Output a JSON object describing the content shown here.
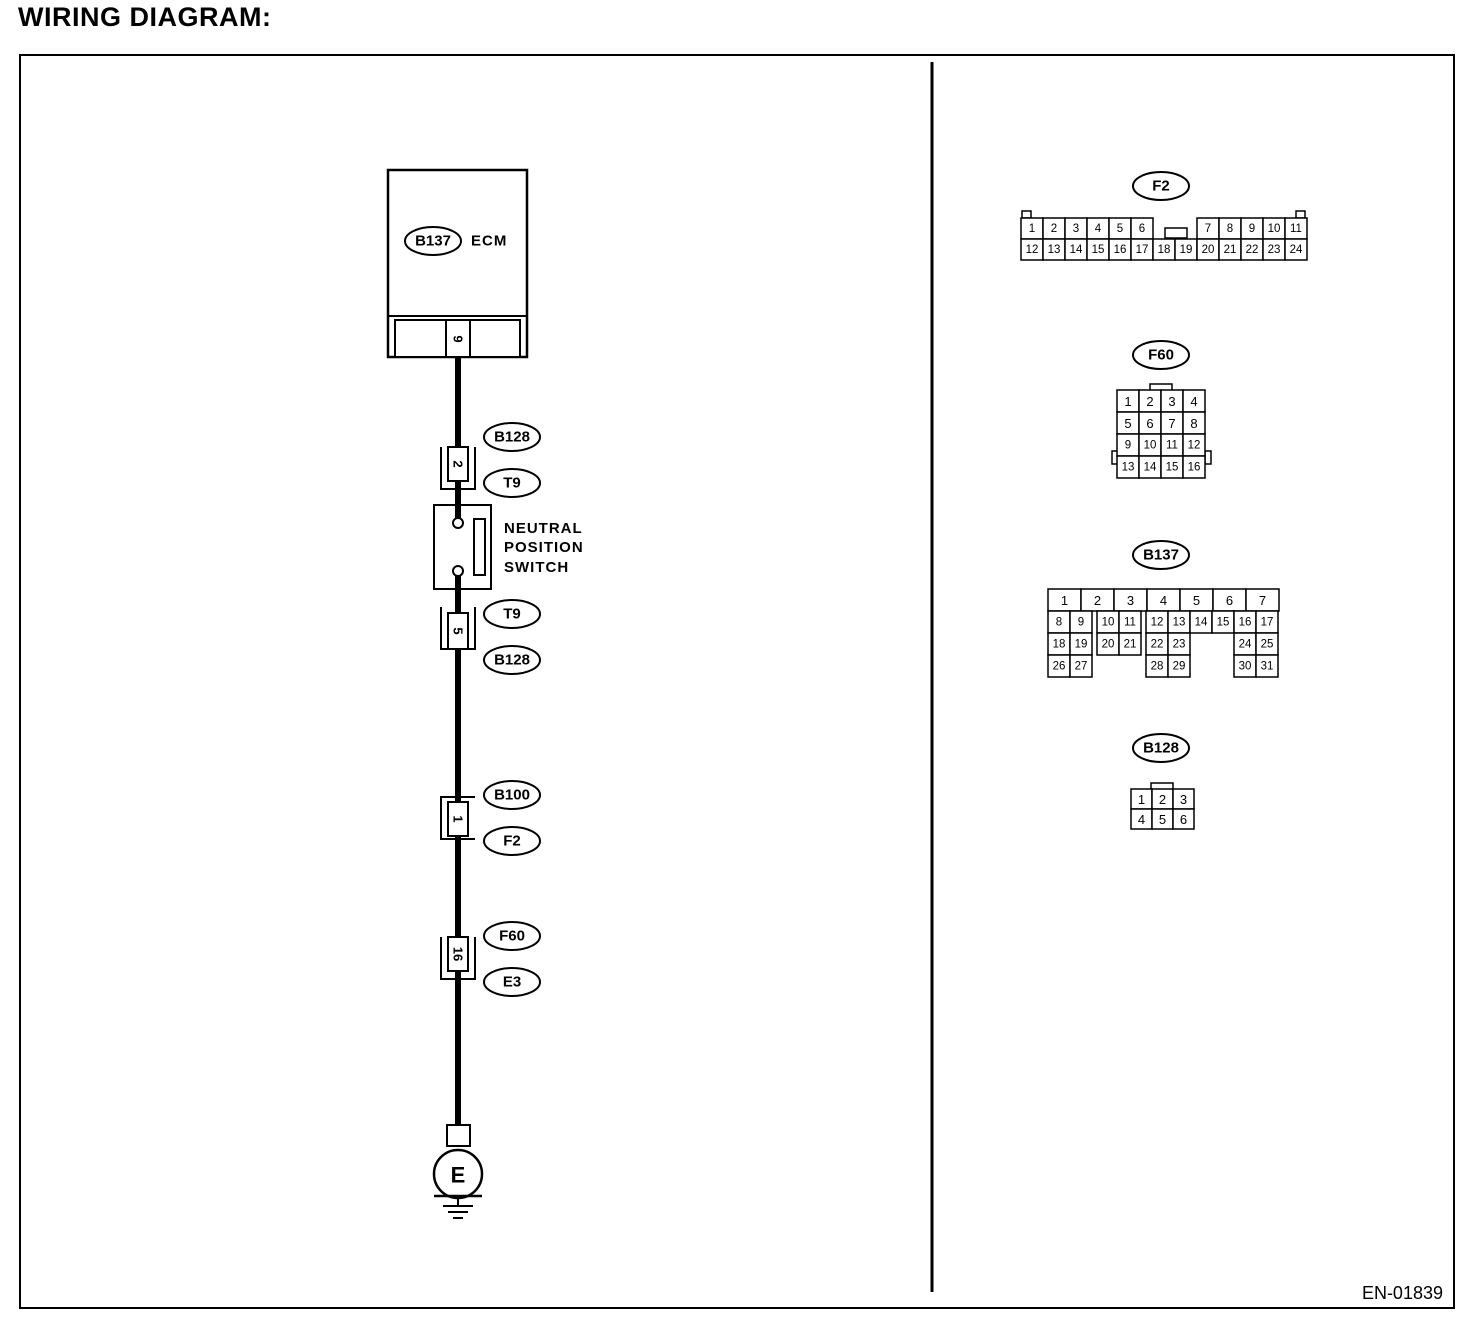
{
  "header": {
    "title": "WIRING DIAGRAM:"
  },
  "ecm": {
    "connector": "B137",
    "label": "ECM",
    "terminal": "9"
  },
  "circuit": {
    "connectors": [
      {
        "pin": "2",
        "top": "B128",
        "bottom": "T9"
      },
      {
        "pin": "5",
        "top": "T9",
        "bottom": "B128"
      },
      {
        "pin": "1",
        "top": "B100",
        "bottom": "F2"
      },
      {
        "pin": "16",
        "top": "F60",
        "bottom": "E3"
      }
    ],
    "switch_label": [
      "NEUTRAL",
      "POSITION",
      "SWITCH"
    ],
    "ground_label": "E"
  },
  "connector_views": [
    {
      "id": "F2",
      "rows": [
        [
          "1",
          "2",
          "3",
          "4",
          "5",
          "6",
          "",
          "",
          "7",
          "8",
          "9",
          "10",
          "11"
        ],
        [
          "12",
          "13",
          "14",
          "15",
          "16",
          "17",
          "18",
          "19",
          "20",
          "21",
          "22",
          "23",
          "24"
        ]
      ]
    },
    {
      "id": "F60",
      "rows": [
        [
          "1",
          "2",
          "3",
          "4"
        ],
        [
          "5",
          "6",
          "7",
          "8"
        ],
        [
          "9",
          "10",
          "11",
          "12"
        ],
        [
          "13",
          "14",
          "15",
          "16"
        ]
      ]
    },
    {
      "id": "B137",
      "rows": [
        [
          "1",
          "2",
          "3",
          "4",
          "5",
          "6",
          "7"
        ],
        [
          "8",
          "9",
          "10",
          "11",
          "12",
          "13",
          "14",
          "15",
          "16",
          "17"
        ],
        [
          "18",
          "19",
          "20",
          "21",
          "22",
          "23",
          "24",
          "25"
        ],
        [
          "26",
          "27",
          "28",
          "29",
          "30",
          "31"
        ]
      ]
    },
    {
      "id": "B128",
      "rows": [
        [
          "1",
          "2",
          "3"
        ],
        [
          "4",
          "5",
          "6"
        ]
      ]
    }
  ],
  "footer": {
    "doc_number": "EN-01839"
  }
}
